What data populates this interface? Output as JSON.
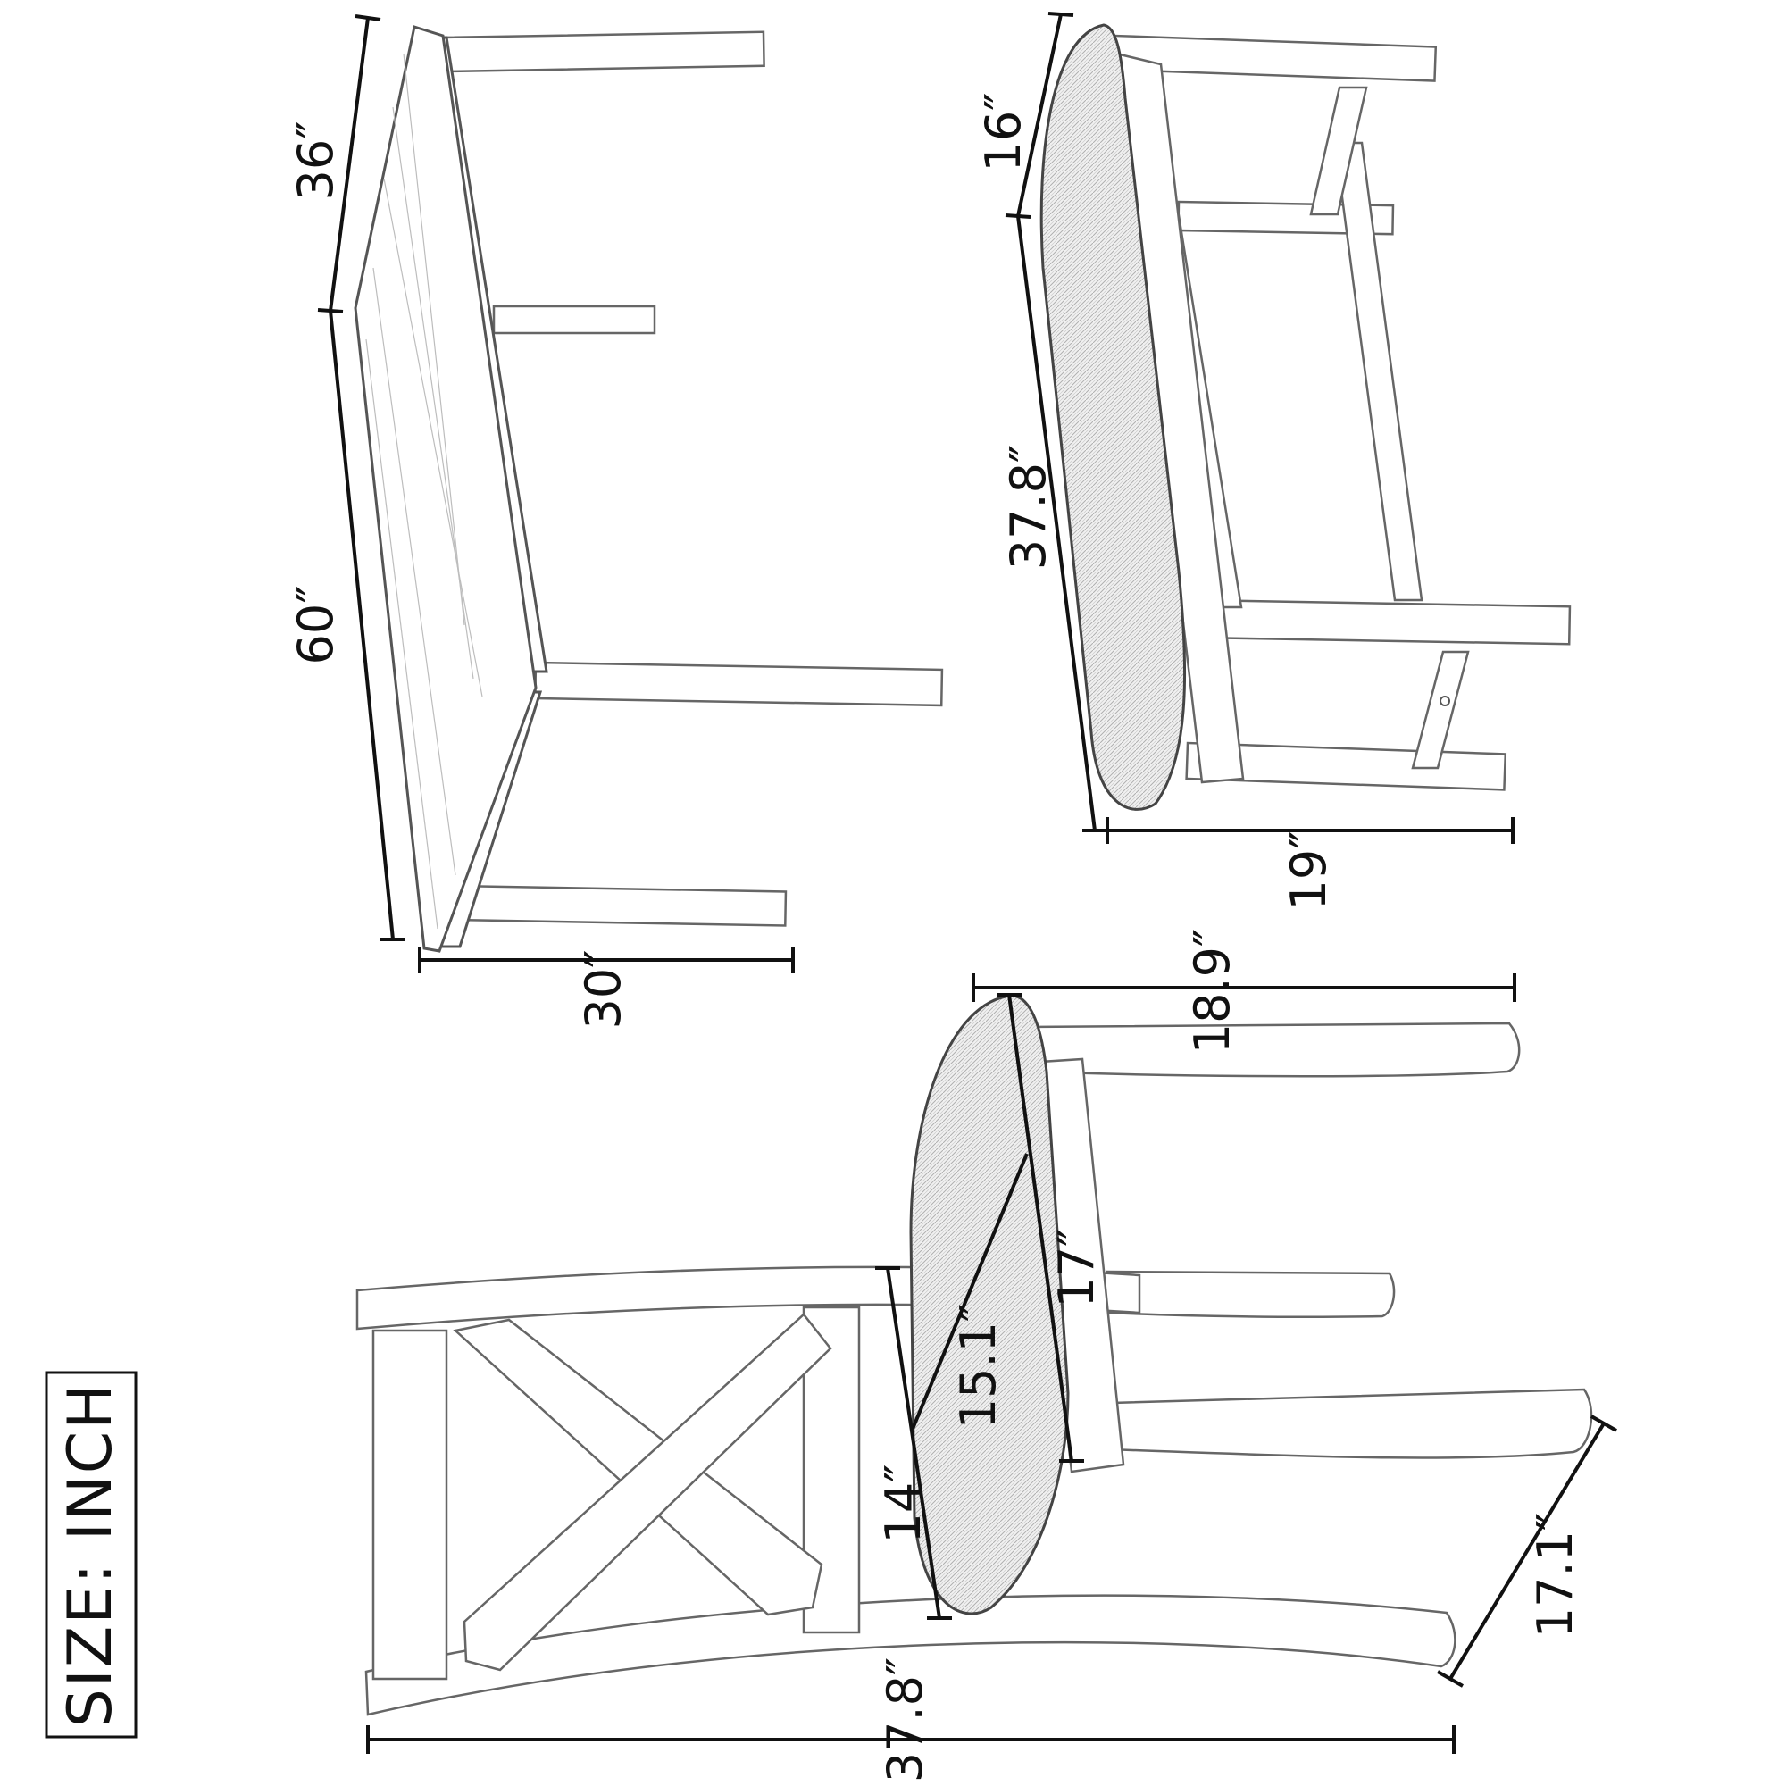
{
  "size_label": "SIZE: INCH",
  "table": {
    "dims": {
      "width_left": "36″",
      "length": "60″",
      "height": "30″"
    }
  },
  "bench": {
    "dims": {
      "depth": "16″",
      "length": "37.8″",
      "height": "19″"
    }
  },
  "chair": {
    "dims": {
      "width": "18.9″",
      "seat_depth": "17″",
      "seat_diag": "15.1″",
      "back": "14″",
      "height": "37.8″",
      "leg_depth": "17.1″"
    }
  }
}
